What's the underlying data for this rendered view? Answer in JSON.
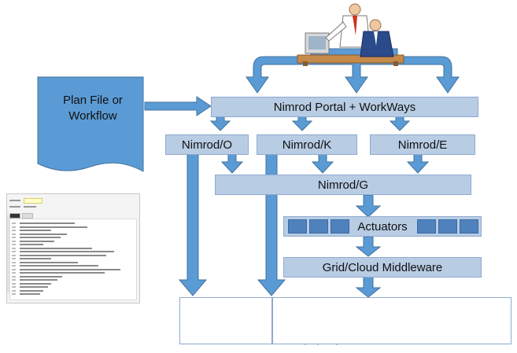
{
  "plan_input": {
    "label_line1": "Plan File or",
    "label_line2": "Workflow"
  },
  "portal": {
    "label": "Nimrod Portal + WorkWays"
  },
  "tools": [
    {
      "label": "Nimrod/O"
    },
    {
      "label": "Nimrod/K"
    },
    {
      "label": "Nimrod/E"
    }
  ],
  "grid": {
    "label": "Nimrod/G"
  },
  "actuators": {
    "label": "Actuators"
  },
  "middleware": {
    "label": "Grid/Cloud Middleware"
  },
  "icons": {
    "users": "people-at-computer-icon",
    "desktop": "desktop-computer-icon",
    "server": "server-box-icon",
    "cluster": "supercomputer-cluster-icon",
    "cloud": "cloud-icon"
  },
  "colors": {
    "box_fill": "#b8cce4",
    "box_border": "#8eaad0",
    "arrow": "#5b9bd5",
    "arrow_edge": "#41719c",
    "plan_fill": "#5b9bd5",
    "chip": "#4f81bd"
  }
}
